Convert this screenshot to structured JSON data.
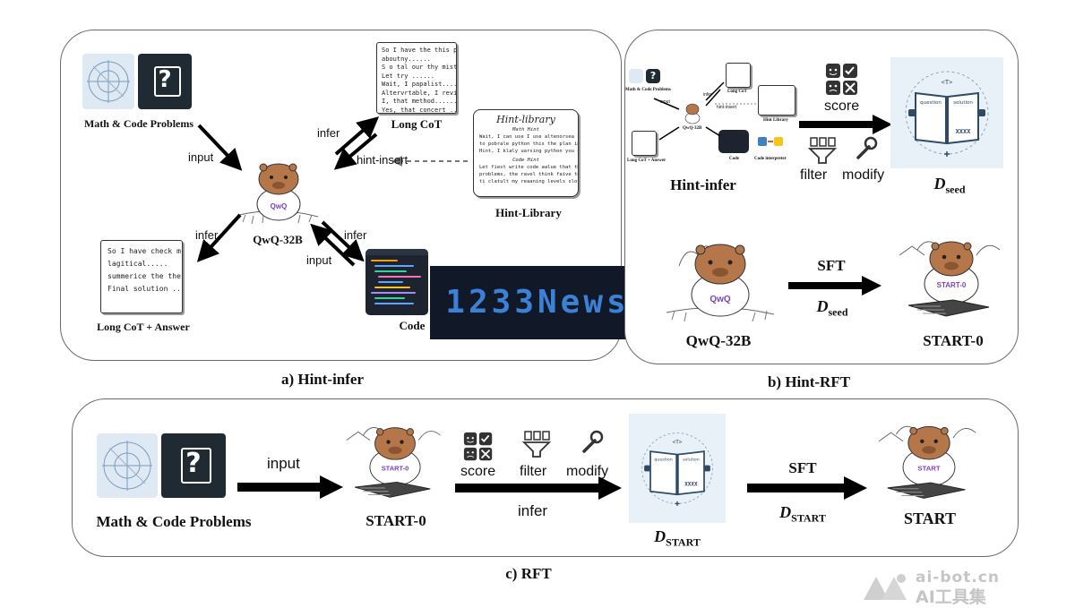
{
  "panel_a": {
    "caption": "a) Hint-infer",
    "problems_label": "Math & Code Problems",
    "long_cot_label": "Long CoT",
    "hint_library_label": "Hint-Library",
    "model_label": "QwQ-32B",
    "long_cot_answer_label": "Long CoT + Answer",
    "code_label": "Code",
    "edge_input": "input",
    "edge_infer_top": "infer",
    "edge_hint_insert": "hint-insert",
    "edge_infer_left": "infer",
    "edge_infer_right": "infer",
    "edge_input_right": "input",
    "note_long_cot": [
      "So I have the this problem..",
      "aboutny......",
      "S o tal our thy mistake ...",
      "Let try ......",
      "Wait, I papalist....",
      "Altervrtable, I revisitble,",
      "I, that method......",
      "Yes, that concert ......"
    ],
    "note_answer": [
      "So I have check m",
      "lagitical.....",
      "summerice the the...",
      "Final solution ......"
    ],
    "hint_library": {
      "title": "Hint-library",
      "math_hint_title": "Math Hint",
      "math_hint_lines": [
        "Wait, I can use I use altenorsea sdefitine avlow",
        "to pobrale python this the plan in calimony method",
        "Hint, I klaly uarsing python you choo ..."
      ],
      "code_hint_title": "Code Hint",
      "code_hint_lines": [
        "Let fiest write code aalue that themt use fum punctearse",
        "problems, the ravel think faive to govitians my",
        "ti clatult my reaaning levels slot ......"
      ]
    }
  },
  "panel_b": {
    "caption": "b) Hint-RFT",
    "hint_infer_label": "Hint-infer",
    "score_label": "score",
    "filter_label": "filter",
    "modify_label": "modify",
    "dseed_main": "D",
    "dseed_sub": "seed",
    "model_label": "QwQ-32B",
    "sft_label": "SFT",
    "dseed2_main": "D",
    "dseed2_sub": "seed",
    "start0_label": "START-0",
    "mini": {
      "problems": "Math & Code Problems",
      "long_cot": "Long CoT",
      "hint_library": "Hint Library",
      "model": "QwQ-32B",
      "long_cot_answer": "Long CoT + Answer",
      "code": "Code",
      "interpreter": "Code interpreter",
      "input": "input",
      "infer": "infer",
      "hint_insert": "hint-insert"
    },
    "book": {
      "top": "<T>",
      "q": "question",
      "s": "solution",
      "x": "XXXX"
    }
  },
  "panel_c": {
    "caption": "c) RFT",
    "problems_label": "Math & Code Problems",
    "input_label": "input",
    "start0_label": "START-0",
    "score_label": "score",
    "filter_label": "filter",
    "modify_label": "modify",
    "infer_label": "infer",
    "dstart_main": "D",
    "dstart_sub": "START",
    "sft_label": "SFT",
    "dstart2_main": "D",
    "dstart2_sub": "START",
    "start_label": "START"
  },
  "mascot_shirts": {
    "qwq": "QwQ",
    "start0": "START-0",
    "start": "START"
  },
  "overlay_banner": "1233News",
  "watermark": {
    "url": "ai-bot.cn",
    "text": "AI工具集"
  },
  "colors": {
    "border": "#6b6b6b",
    "arrow": "#000000",
    "shirt_text": "#7b3fb8",
    "capybara": "#b5764a",
    "banner_bg": "#111827",
    "banner_text": "#3b82d6"
  }
}
